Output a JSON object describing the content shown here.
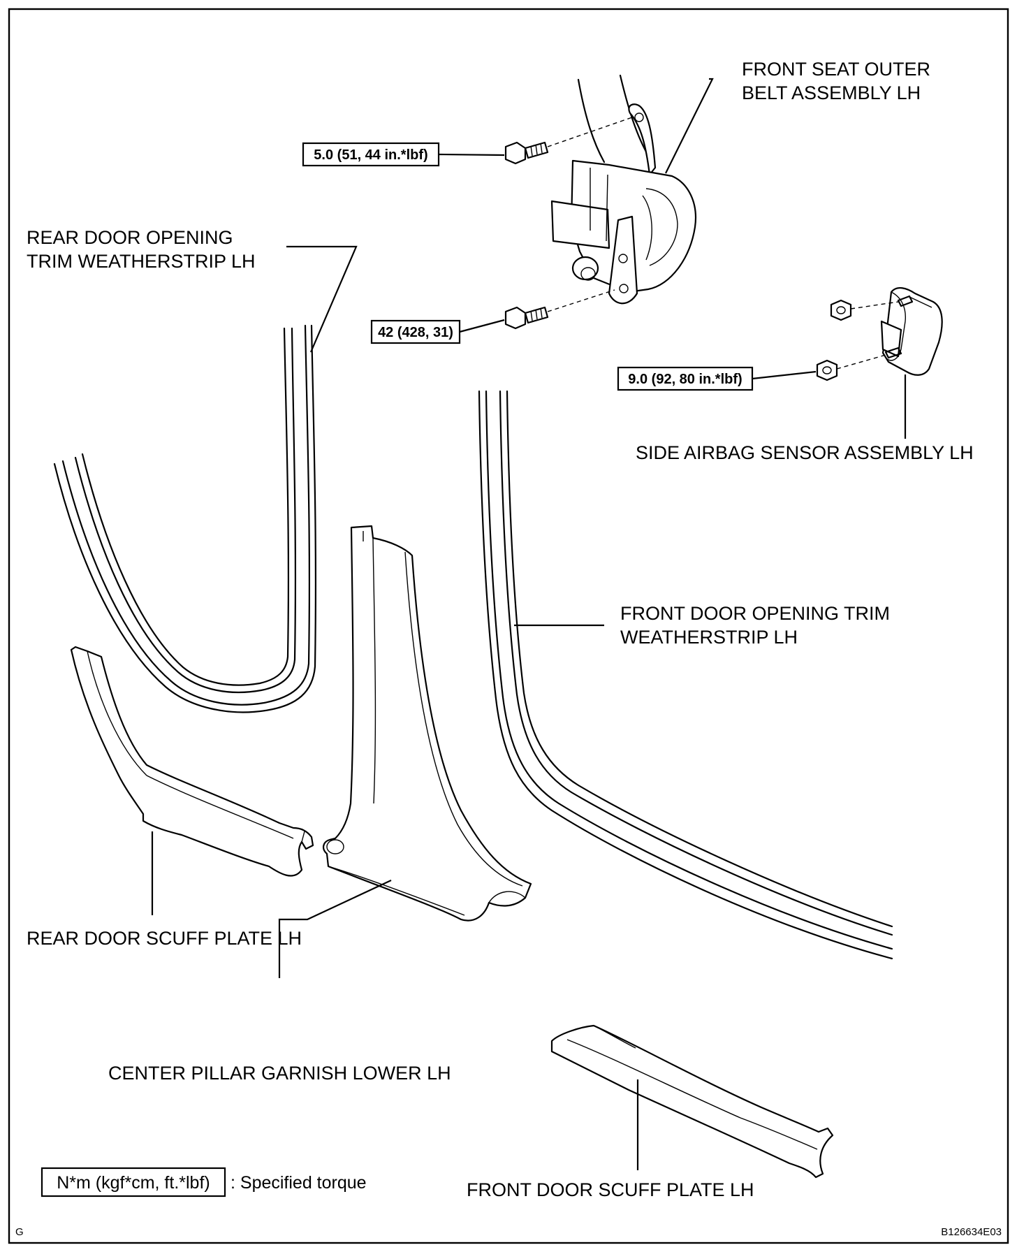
{
  "labels": {
    "belt": [
      "FRONT SEAT OUTER",
      "BELT ASSEMBLY LH"
    ],
    "rear_strip": [
      "REAR DOOR OPENING",
      "TRIM WEATHERSTRIP LH"
    ],
    "sensor": "SIDE AIRBAG SENSOR ASSEMBLY LH",
    "front_strip": [
      "FRONT DOOR OPENING TRIM",
      "WEATHERSTRIP LH"
    ],
    "rear_scuff": "REAR DOOR SCUFF PLATE LH",
    "pillar": "CENTER PILLAR GARNISH LOWER LH",
    "front_scuff": "FRONT DOOR SCUFF PLATE LH"
  },
  "torques": {
    "belt_upper": "5.0 (51, 44 in.*lbf)",
    "belt_lower": "42 (428, 31)",
    "sensor_nut": "9.0 (92, 80 in.*lbf)"
  },
  "legend": {
    "box": "N*m (kgf*cm, ft.*lbf)",
    "text": ": Specified torque"
  },
  "corner_left": "G",
  "corner_right": "B126634E03"
}
